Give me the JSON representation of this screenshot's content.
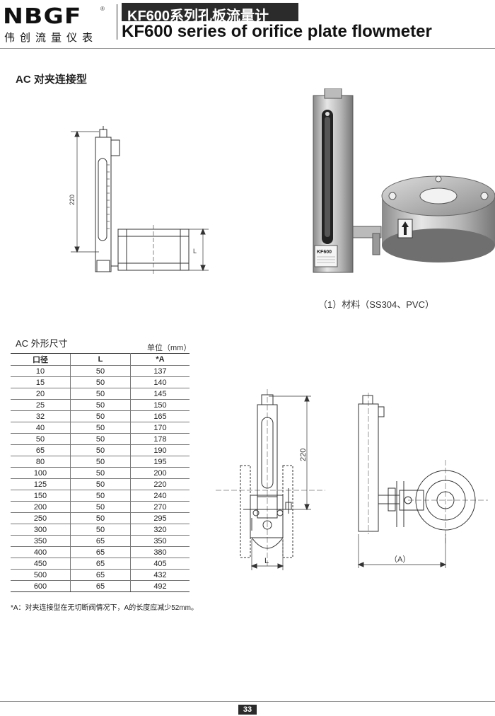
{
  "header": {
    "logo_text": "NBGF",
    "logo_mark": "®",
    "company_cn": "伟创流量仪表",
    "title_cn": "KF600系列孔板流量计",
    "title_en": "KF600 series of orifice plate flowmeter"
  },
  "section": {
    "title": "AC 对夹连接型"
  },
  "drawing1": {
    "dim_height": "220",
    "dim_l": "L"
  },
  "photo": {
    "caption": "（1）材料（SS304、PVC）",
    "nameplate": "KF600"
  },
  "table": {
    "title": "AC 外形尺寸",
    "unit": "单位（mm）",
    "headers": [
      "口径",
      "L",
      "*A"
    ],
    "rows": [
      [
        "10",
        "50",
        "137"
      ],
      [
        "15",
        "50",
        "140"
      ],
      [
        "20",
        "50",
        "145"
      ],
      [
        "25",
        "50",
        "150"
      ],
      [
        "32",
        "50",
        "165"
      ],
      [
        "40",
        "50",
        "170"
      ],
      [
        "50",
        "50",
        "178"
      ],
      [
        "65",
        "50",
        "190"
      ],
      [
        "80",
        "50",
        "195"
      ],
      [
        "100",
        "50",
        "200"
      ],
      [
        "125",
        "50",
        "220"
      ],
      [
        "150",
        "50",
        "240"
      ],
      [
        "200",
        "50",
        "270"
      ],
      [
        "250",
        "50",
        "295"
      ],
      [
        "300",
        "50",
        "320"
      ],
      [
        "350",
        "65",
        "350"
      ],
      [
        "400",
        "65",
        "380"
      ],
      [
        "450",
        "65",
        "405"
      ],
      [
        "500",
        "65",
        "432"
      ],
      [
        "600",
        "65",
        "492"
      ]
    ]
  },
  "drawing2": {
    "dim_height": "220",
    "dim_l": "L"
  },
  "drawing3": {
    "dim_a": "（A）"
  },
  "footnote": "*A：对夹连接型在无切断阀情况下，A的长度应减少52mm。",
  "page": {
    "number": "33"
  }
}
